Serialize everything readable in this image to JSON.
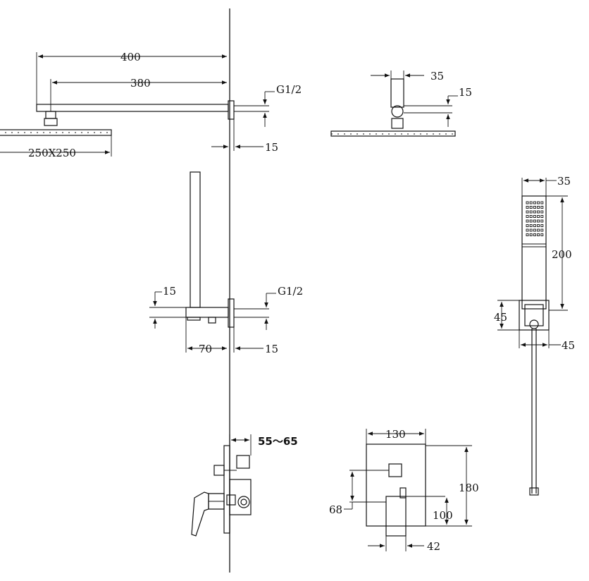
{
  "overhead_shower": {
    "arm_length": "400",
    "arm_projection": "380",
    "head_size": "250X250",
    "wall_thread": "G1/2",
    "flange_depth": "15"
  },
  "shower_head_side": {
    "connector_width": "35",
    "head_thickness": "15"
  },
  "hand_shower_bracket": {
    "top_offset": "15",
    "wall_thread": "G1/2",
    "projection": "70",
    "flange_depth": "15"
  },
  "hand_shower": {
    "handle_width": "35",
    "handle_length": "200",
    "holder_height": "45",
    "holder_width": "45"
  },
  "mixer_side": {
    "install_depth": "55～65"
  },
  "mixer_front": {
    "plate_width": "130",
    "plate_height": "180",
    "lever_height": "100",
    "lever_offset": "68",
    "lever_width": "42"
  }
}
